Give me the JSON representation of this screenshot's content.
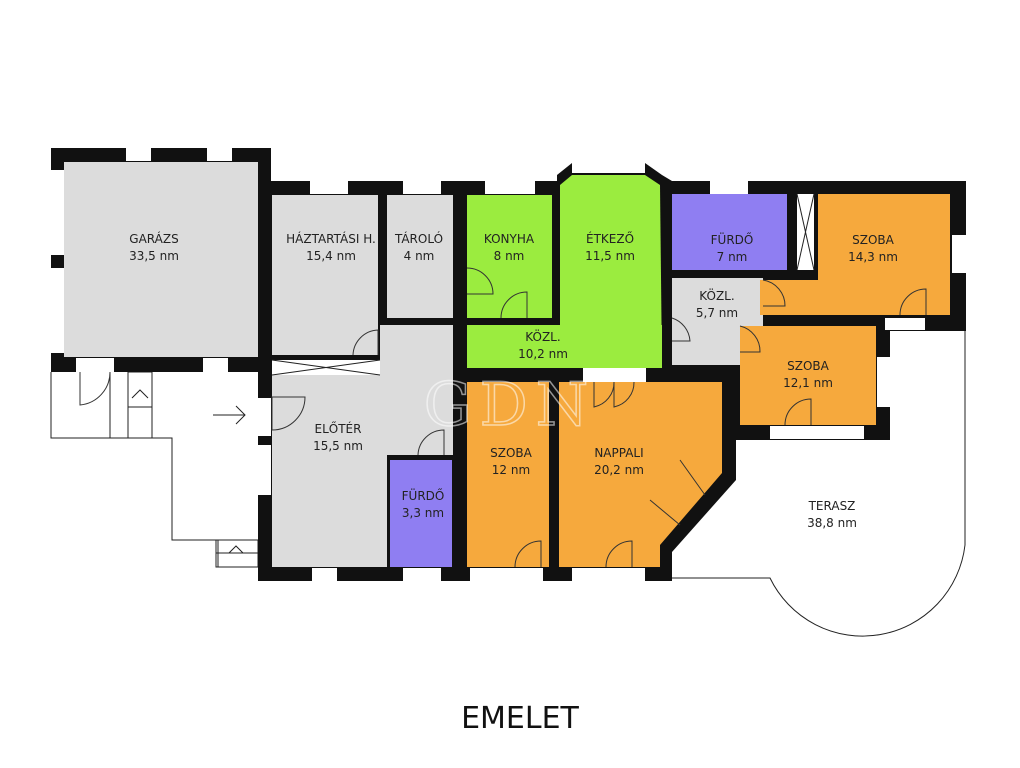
{
  "title": "EMELET",
  "watermark": "GDN",
  "colors": {
    "wall": "#111111",
    "grey": "#dcdcdc",
    "green": "#9bec3f",
    "purple": "#8f7ef2",
    "orange": "#f6a93d"
  },
  "rooms": [
    {
      "name": "GARÁZS",
      "area": "33,5 nm"
    },
    {
      "name": "HÁZTARTÁSI H.",
      "area": "15,4 nm"
    },
    {
      "name": "TÁROLÓ",
      "area": "4 nm"
    },
    {
      "name": "KONYHA",
      "area": "8 nm"
    },
    {
      "name": "ÉTKEZŐ",
      "area": "11,5 nm"
    },
    {
      "name": "FÜRDŐ",
      "area": "7 nm"
    },
    {
      "name": "SZOBA",
      "area": "14,3 nm"
    },
    {
      "name": "KÖZL.",
      "area": "5,7 nm"
    },
    {
      "name": "KÖZL.",
      "area": "10,2 nm"
    },
    {
      "name": "SZOBA",
      "area": "12,1 nm"
    },
    {
      "name": "ELŐTÉR",
      "area": "15,5 nm"
    },
    {
      "name": "FÜRDŐ",
      "area": "3,3 nm"
    },
    {
      "name": "SZOBA",
      "area": "12 nm"
    },
    {
      "name": "NAPPALI",
      "area": "20,2 nm"
    },
    {
      "name": "TERASZ",
      "area": "38,8 nm"
    }
  ]
}
